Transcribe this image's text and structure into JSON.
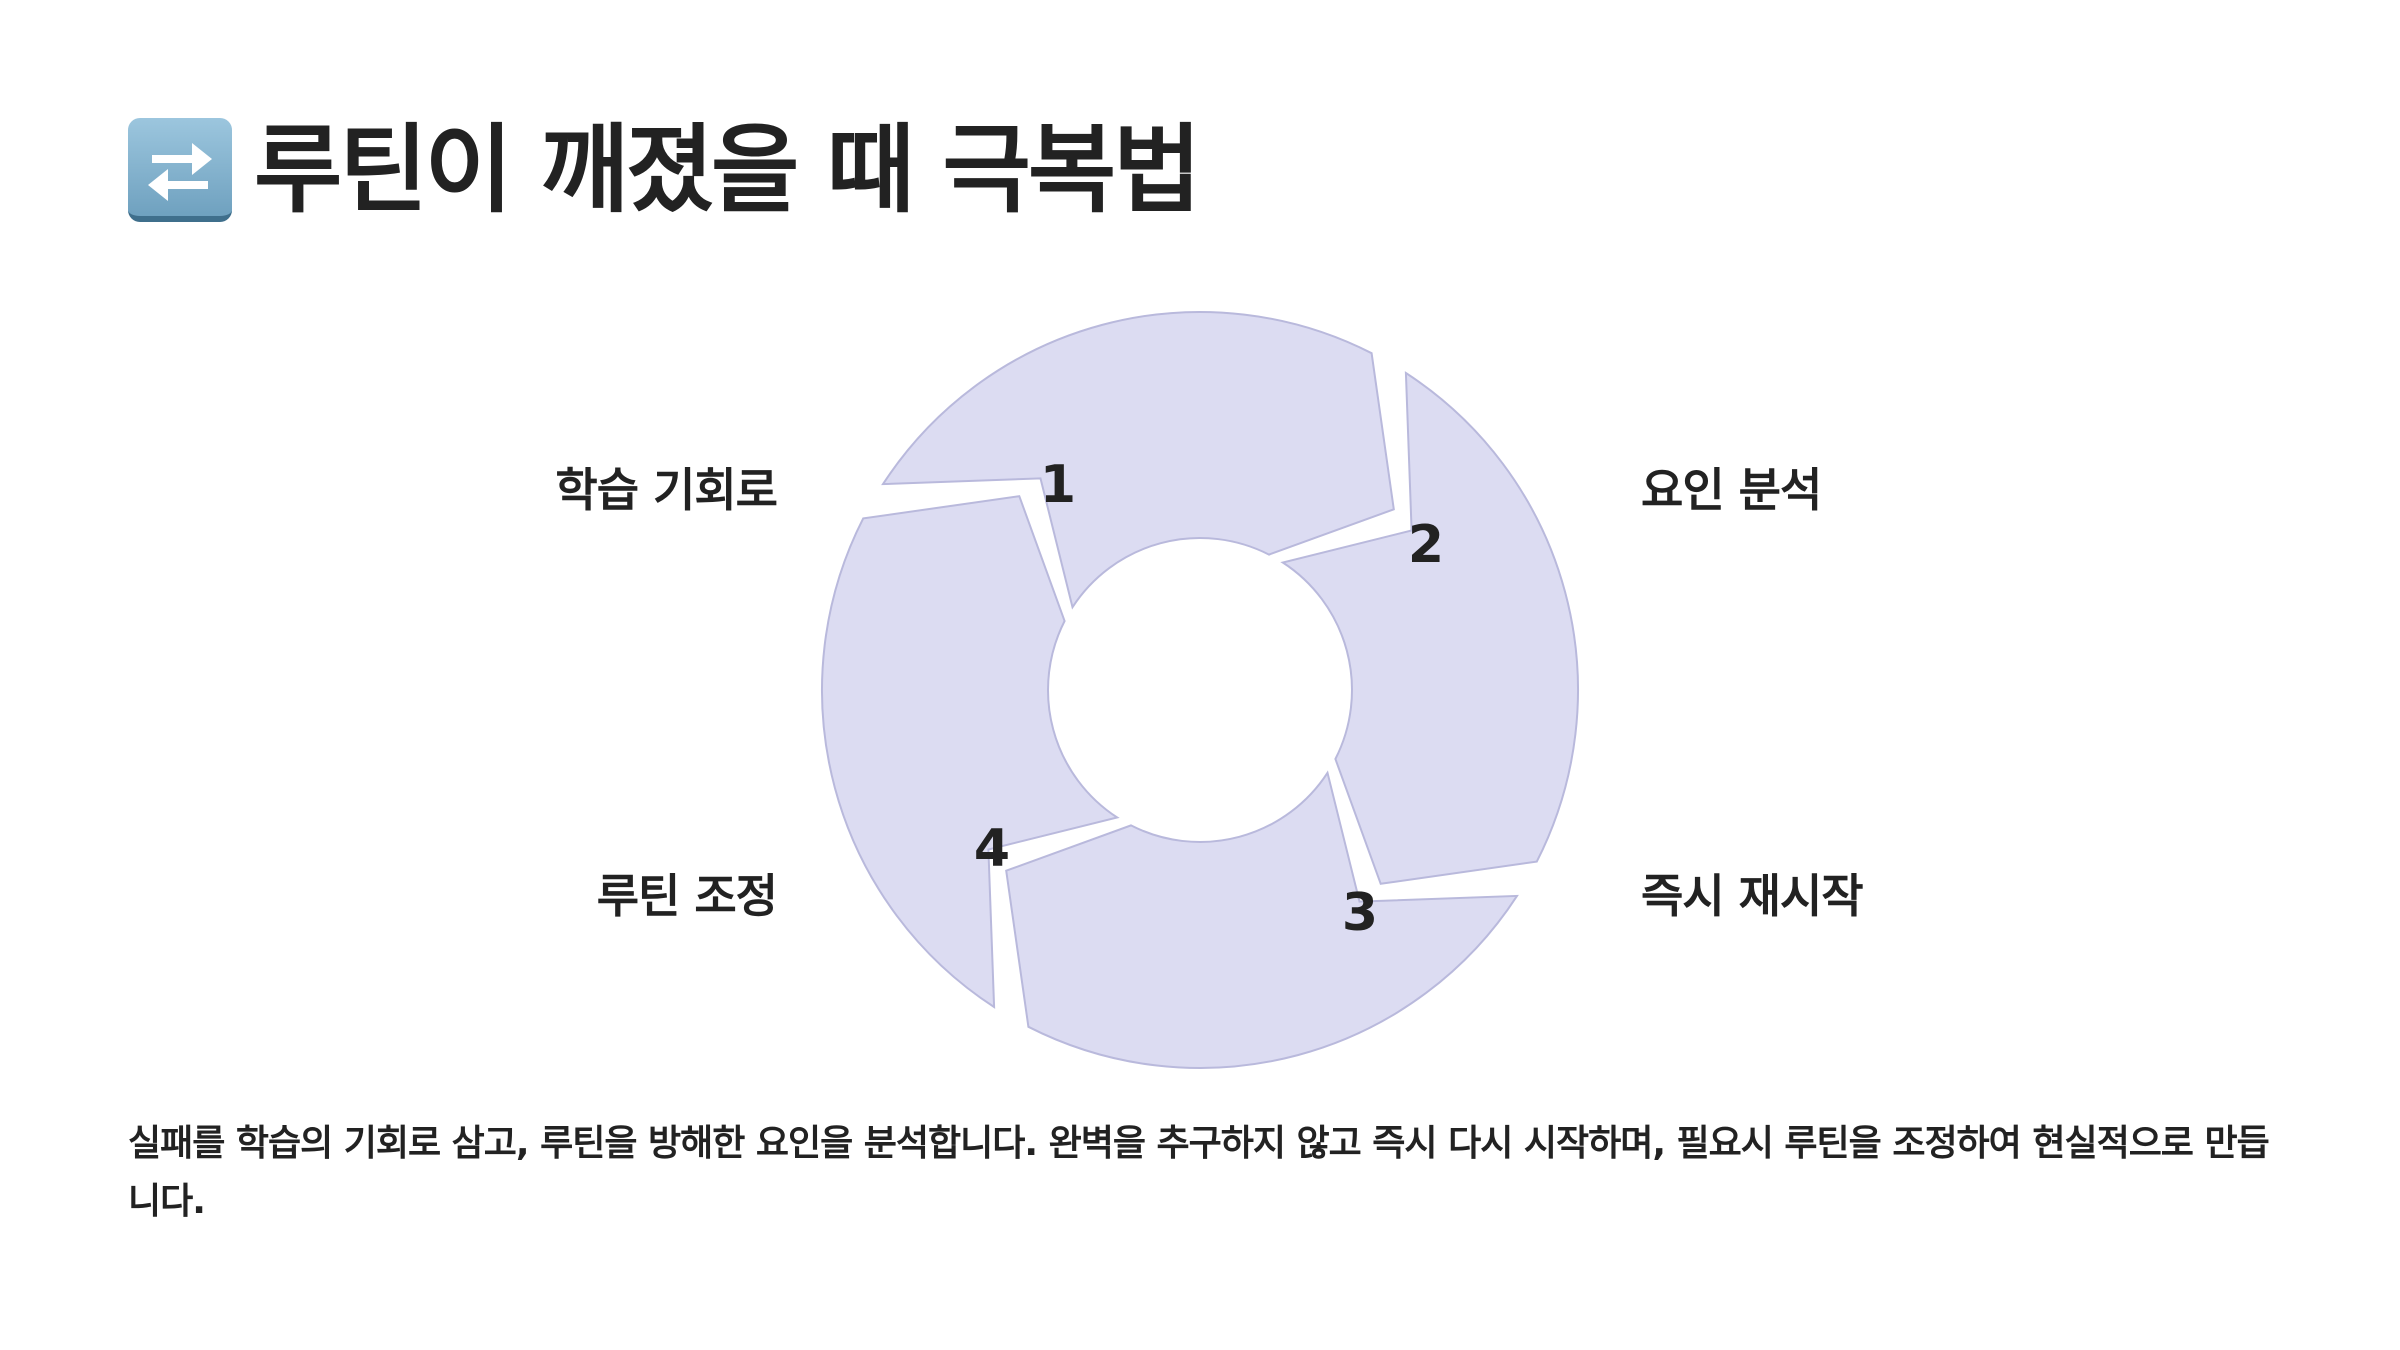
{
  "title": {
    "icon": "arrows-cycle-icon",
    "text": "루틴이 깨졌을 때 극복법"
  },
  "diagram": {
    "segment_fill": "#dcdcf2",
    "segment_stroke": "#b9b9dc",
    "steps": [
      {
        "number": "1",
        "label": "학습 기회로"
      },
      {
        "number": "2",
        "label": "요인 분석"
      },
      {
        "number": "3",
        "label": "즉시 재시작"
      },
      {
        "number": "4",
        "label": "루틴 조정"
      }
    ]
  },
  "description": "실패를 학습의 기회로 삼고, 루틴을 방해한 요인을 분석합니다. 완벽을 추구하지 않고 즉시 다시 시작하며, 필요시 루틴을 조정하여 현실적으로 만듭니다."
}
